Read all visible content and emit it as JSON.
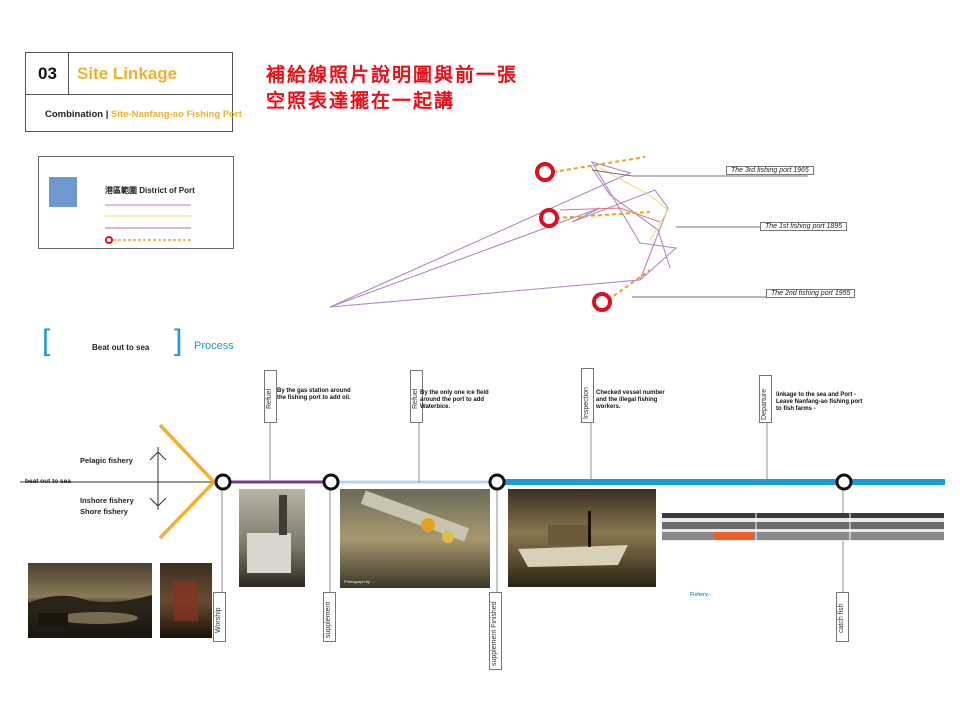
{
  "header": {
    "number": "03",
    "title": "Site Linkage",
    "subtitle_prefix": "Combination | ",
    "subtitle_highlight": "Site-Nanfang-ao Fishing Port"
  },
  "note": {
    "line1": "補給線照片說明圖與前一張",
    "line2": "空照表達擺在一起講"
  },
  "legend": {
    "district_label": "港區範圍  District of Port"
  },
  "port_labels": [
    "The 3rd fishing port 1965",
    "The 1st fishing port 1895",
    "The 2nd fishing port 1955"
  ],
  "process": {
    "bracket_left": "[",
    "bracket_right": "]",
    "inside": "Beat out to sea",
    "label": "Process"
  },
  "fishery": {
    "pelagic": "Pelagic fishery",
    "inshore": "Inshore fishery",
    "shore": "Shore fishery",
    "beat": "beat out to sea"
  },
  "top_steps": [
    {
      "label": "Refuel",
      "desc": "By the gas station around the fishing port   to add oil."
    },
    {
      "label": "Refuel",
      "desc": "By the only one ice field around the port  to add Waterbice."
    },
    {
      "label": "Inspection",
      "desc": "Checked vessel number and the illegal fishing workers."
    },
    {
      "label": "Departure",
      "desc": "linkage to the sea and Port - Leave Nanfang-ao fishing port to fish farms -"
    }
  ],
  "bottom_steps": [
    "Worship",
    "supplement",
    "supplement Finished",
    "catch fish"
  ],
  "fishery_caption": "Fishery-",
  "photo_caption": "Photograph by ..."
}
